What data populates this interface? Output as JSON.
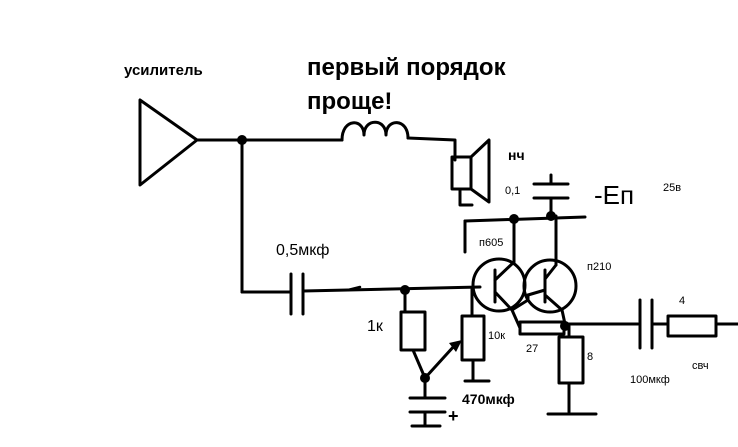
{
  "labels": {
    "amplifier": "усилитель",
    "title_line1": "первый порядок",
    "title_line2": "проще!",
    "woofer": "нч",
    "cap_top": "0,1",
    "supply": "-Eп",
    "supply_voltage": "25в",
    "transistor1": "п605",
    "transistor2": "п210",
    "cap_input": "0,5мкф",
    "r_1k": "1к",
    "r_10k": "10к",
    "r_27": "27",
    "r_8": "8",
    "r_4": "4",
    "cap_470": "470мкф",
    "cap_100": "100мкф",
    "tweeter": "свч",
    "polarity_plus": "+"
  }
}
